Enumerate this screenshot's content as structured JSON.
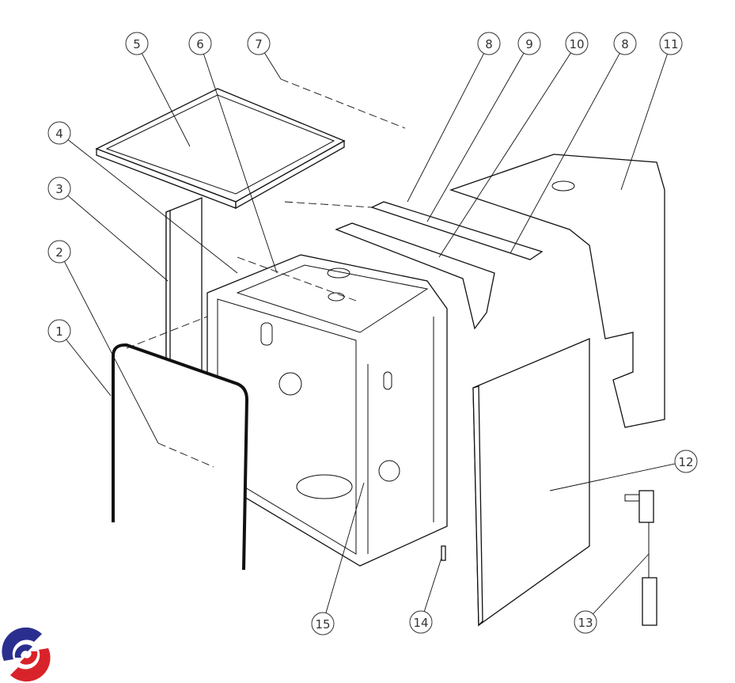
{
  "diagram": {
    "callouts": [
      "1",
      "2",
      "3",
      "4",
      "5",
      "6",
      "7",
      "8",
      "9",
      "10",
      "8",
      "11",
      "12",
      "13",
      "14",
      "15"
    ]
  },
  "colors": {
    "line": "#111111",
    "logo_blue": "#2a2f8f",
    "logo_red": "#d8232a"
  }
}
